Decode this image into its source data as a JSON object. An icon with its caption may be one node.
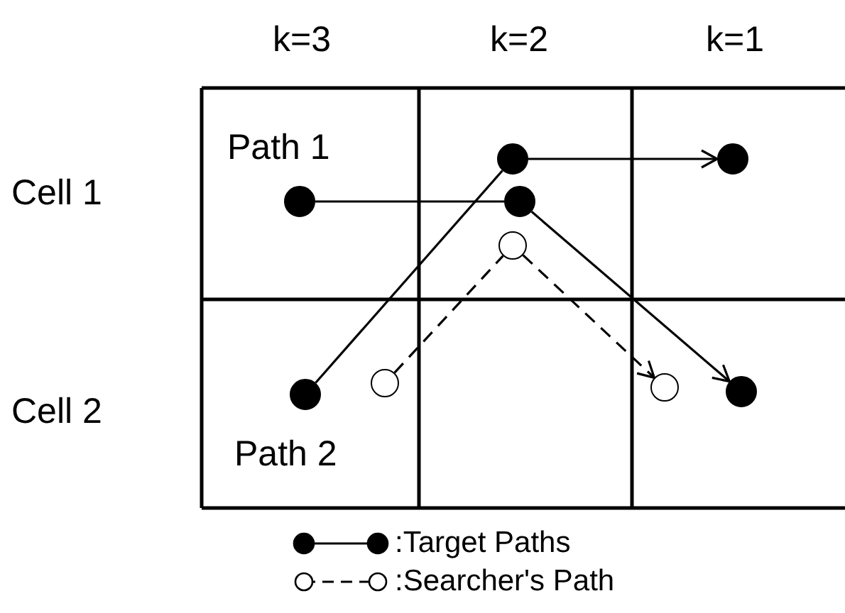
{
  "diagram": {
    "nodes": [
      {
        "text": [],
        "shape": "dot"
      },
      {
        "text": [],
        "shape": "dot"
      },
      {
        "text": [],
        "shape": "dot"
      },
      {
        "text": [],
        "shape": "dot"
      },
      {
        "text": [],
        "shape": "circle"
      },
      {
        "text": [],
        "shape": "circle"
      },
      {
        "text": [],
        "shape": "circle"
      },
      {
        "text": [],
        "shape": "dot"
      },
      {
        "text": [],
        "shape": "dot"
      }
    ],
    "edges": [
      {
        "from": 2,
        "to": 3,
        "arrow": "none"
      },
      {
        "from": 3,
        "to": 8,
        "arrow": "to"
      },
      {
        "from": 7,
        "to": 0,
        "arrow": "none"
      },
      {
        "from": 0,
        "to": 1,
        "arrow": "to"
      },
      {
        "from": 5,
        "to": 4,
        "arrow": "none",
        "style": "dashed"
      },
      {
        "from": 4,
        "to": 6,
        "arrow": "to",
        "style": "dashed"
      }
    ],
    "labels": [
      "k=3",
      "k=2",
      "k=1",
      "Path 1",
      "Cell 1",
      "Cell 2",
      "Path 2"
    ],
    "legend": [
      {
        "text": ":Target Paths"
      },
      {
        "text": ":Searcher's Path"
      }
    ]
  }
}
